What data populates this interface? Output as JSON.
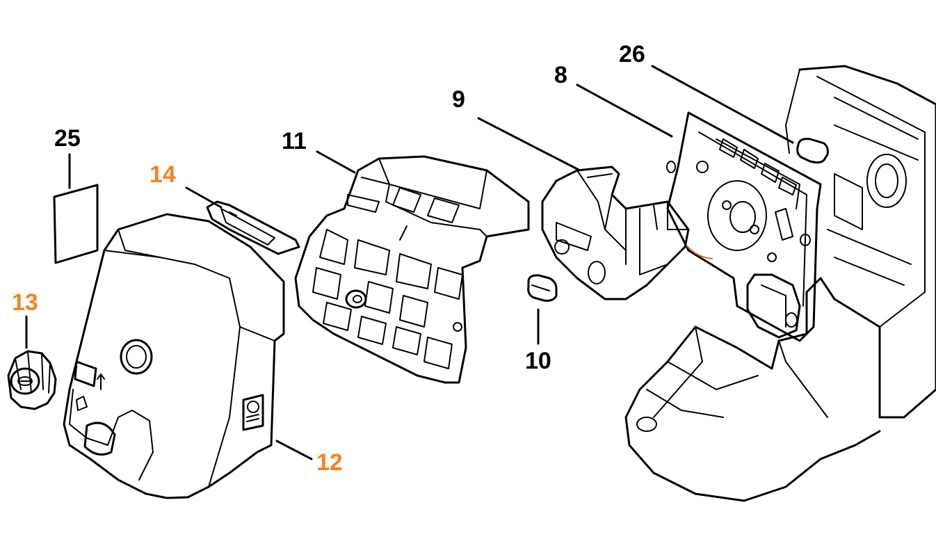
{
  "colors": {
    "highlight": "#f58220",
    "outline": "#000000",
    "background": "#ffffff",
    "label_default": "#000000",
    "label_highlight": "#f58220"
  },
  "parts": [
    {
      "id": "p25",
      "number": "25",
      "highlighted": false
    },
    {
      "id": "p14",
      "number": "14",
      "highlighted": true
    },
    {
      "id": "p13",
      "number": "13",
      "highlighted": true
    },
    {
      "id": "p12",
      "number": "12",
      "highlighted": true
    },
    {
      "id": "p11",
      "number": "11",
      "highlighted": false
    },
    {
      "id": "p9",
      "number": "9",
      "highlighted": false
    },
    {
      "id": "p10",
      "number": "10",
      "highlighted": false
    },
    {
      "id": "p8",
      "number": "8",
      "highlighted": false
    },
    {
      "id": "p26",
      "number": "26",
      "highlighted": false
    }
  ]
}
